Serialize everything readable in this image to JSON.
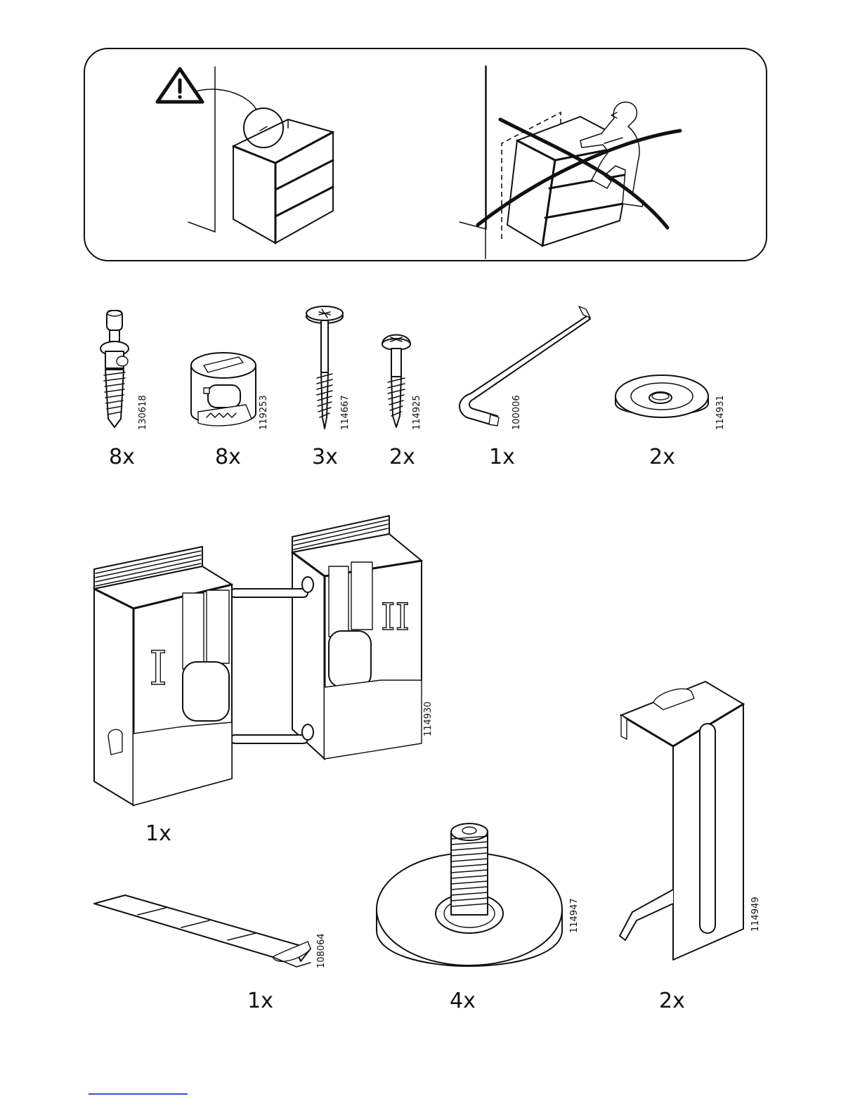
{
  "warning_panel": {
    "correct_icon": "warning-triangle-icon",
    "incorrect_mark": "cross-out-icon"
  },
  "fittings": [
    {
      "code": "130618",
      "qty": "8x",
      "icon": "cam-bolt-icon"
    },
    {
      "code": "119253",
      "qty": "8x",
      "icon": "cam-lock-nut-icon"
    },
    {
      "code": "114667",
      "qty": "3x",
      "icon": "long-screw-icon"
    },
    {
      "code": "114925",
      "qty": "2x",
      "icon": "short-screw-icon"
    },
    {
      "code": "100006",
      "qty": "1x",
      "icon": "allen-key-icon"
    },
    {
      "code": "114931",
      "qty": "2x",
      "icon": "washer-icon"
    }
  ],
  "large_parts": [
    {
      "code": "114930",
      "qty": "1x",
      "icon": "bracket-pair-icon",
      "labels": [
        "I",
        "II"
      ]
    },
    {
      "code": "108064",
      "qty": "1x",
      "icon": "adhesive-strip-icon"
    },
    {
      "code": "114947",
      "qty": "4x",
      "icon": "adjustable-foot-icon"
    },
    {
      "code": "114949",
      "qty": "2x",
      "icon": "metal-clip-icon"
    }
  ]
}
